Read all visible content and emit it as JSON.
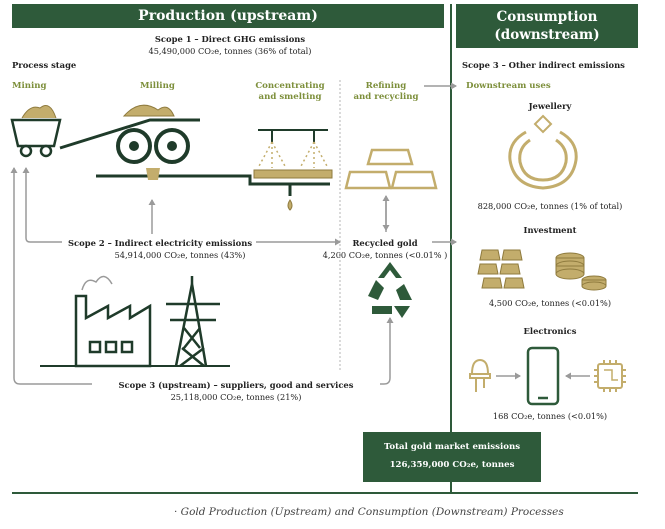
{
  "production": {
    "banner": "Production (upstream)",
    "scope1_title": "Scope 1 – Direct GHG emissions",
    "scope1_value": "45,490,000 CO₂e, tonnes (36% of total)",
    "process_stage": "Process stage",
    "stages": {
      "mining": "Mining",
      "milling": "Milling",
      "concentrating_line1": "Concentrating",
      "concentrating_line2": "and smelting",
      "refining_line1": "Refining",
      "refining_line2": "and recycling"
    },
    "scope2_title": "Scope 2 – Indirect electricity emissions",
    "scope2_value": "54,914,000 CO₂e, tonnes (43%)",
    "recycled_title": "Recycled gold",
    "recycled_value": "4,200 CO₂e, tonnes (<0.01% )",
    "scope3_up_title": "Scope 3 (upstream) – suppliers, good and services",
    "scope3_up_value": "25,118,000 CO₂e, tonnes (21%)"
  },
  "consumption": {
    "banner_line1": "Consumption",
    "banner_line2": "(downstream)",
    "scope3_title": "Scope 3 – Other indirect emissions",
    "downstream_uses": "Downstream uses",
    "jewellery_title": "Jewellery",
    "jewellery_value": "828,000 CO₂e, tonnes (1% of total)",
    "investment_title": "Investment",
    "investment_value": "4,500 CO₂e, tonnes (<0.01%)",
    "electronics_title": "Electronics",
    "electronics_value": "168 CO₂e, tonnes (<0.01%)"
  },
  "total": {
    "title": "Total gold market emissions",
    "value": "126,359,000 CO₂e, tonnes"
  },
  "caption": "· Gold Production (Upstream) and Consumption (Downstream) Processes",
  "colors": {
    "dark_green": "#2e5a3a",
    "olive": "#7d8f3b",
    "gold": "#c3ad6c",
    "grey_arrow": "#9a9a9a",
    "icon_dark": "#1f3b2a"
  }
}
